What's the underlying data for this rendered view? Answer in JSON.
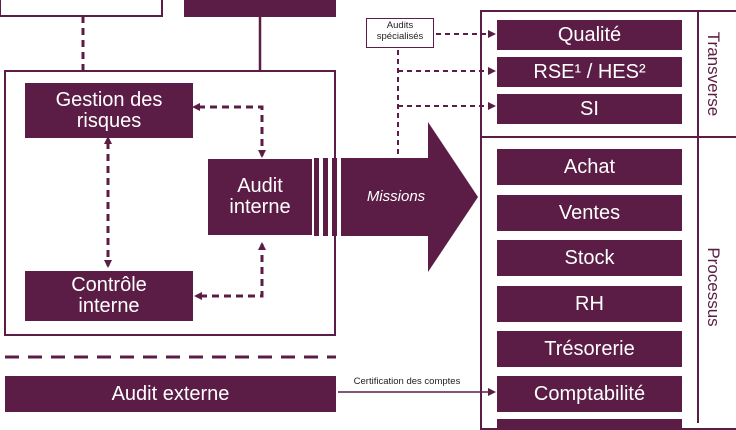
{
  "nodes": {
    "gestion_risques": "Gestion des\nrisques",
    "audit_interne": "Audit\ninterne",
    "controle_interne": "Contrôle\ninterne",
    "audit_externe": "Audit externe",
    "qualite": "Qualité",
    "rse": "RSE¹ / HES²",
    "si": "SI",
    "achat": "Achat",
    "ventes": "Ventes",
    "stock": "Stock",
    "rh": "RH",
    "tresorerie": "Trésorerie",
    "comptabilite": "Comptabilité"
  },
  "labels": {
    "audits_specialises": "Audits\nspécialisés",
    "missions": "Missions",
    "certification": "Certification des comptes",
    "transverse": "Transverse",
    "processus": "Processus"
  },
  "colors": {
    "primary": "#5b1d45",
    "text_on_primary": "#ffffff"
  }
}
